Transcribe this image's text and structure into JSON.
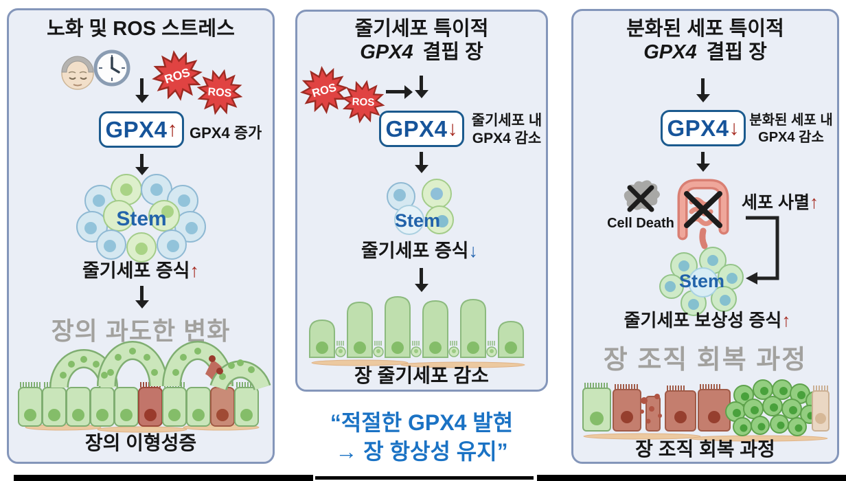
{
  "panel1": {
    "title": "노화 및 ROS 스트레스",
    "ros": "ROS",
    "gpx4": "GPX4",
    "gpx4_arrow": "↑",
    "gpx4_note": "GPX4 증가",
    "stem": "Stem",
    "proliferation": "줄기세포 증식",
    "proliferation_arrow": "↑",
    "overlay": "장의 과도한 변화",
    "caption": "장의 이형성증"
  },
  "panel2": {
    "title_line1": "줄기세포 특이적",
    "title_gene": "GPX4",
    "title_line2_rest": "결핍 장",
    "ros": "ROS",
    "gpx4": "GPX4",
    "gpx4_arrow": "↓",
    "gpx4_note_line1": "줄기세포 내",
    "gpx4_note_line2": "GPX4 감소",
    "stem": "Stem",
    "proliferation": "줄기세포 증식",
    "proliferation_arrow": "↓",
    "caption": "장 줄기세포 감소"
  },
  "panel3": {
    "title_line1": "분화된 세포 특이적",
    "title_gene": "GPX4",
    "title_line2_rest": "결핍 장",
    "gpx4": "GPX4",
    "gpx4_arrow": "↓",
    "gpx4_note_line1": "분화된 세포 내",
    "gpx4_note_line2": "GPX4 감소",
    "cell_death": "Cell Death",
    "apoptosis": "세포 사멸",
    "apoptosis_arrow": "↑",
    "stem": "Stem",
    "compensatory": "줄기세포 보상성 증식",
    "compensatory_arrow": "↑",
    "overlay": "장 조직 회복 과정",
    "caption": "장 조직 회복 과정"
  },
  "quote": {
    "line1": "“적절한 GPX4 발현",
    "line2": "→ 장 항상성 유지”"
  },
  "colors": {
    "gpx4_blue": "#16549a",
    "arrow_red": "#a5291f",
    "arrow_blue": "#2566b0",
    "quote_blue": "#1a72c4",
    "ros_red": "#e04342",
    "overlay_gray": "#a2a19e",
    "panel_bg": "#eaeef6",
    "panel_border": "#8496ba"
  }
}
